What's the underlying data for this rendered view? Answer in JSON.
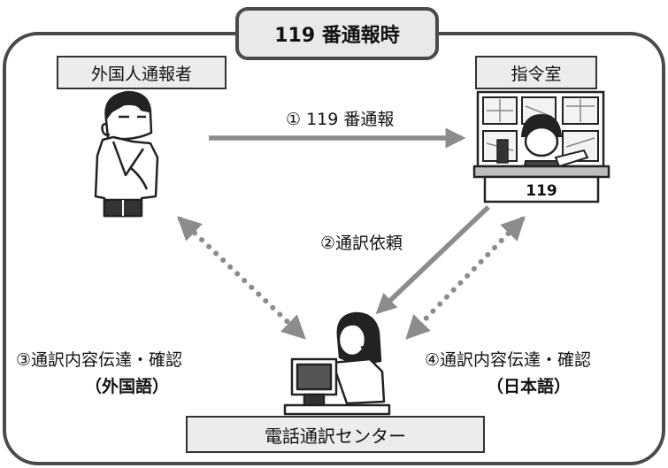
{
  "title": "119 番通報時",
  "nodes": {
    "caller": "外国人通報者",
    "command_room": "指令室",
    "interpretation_center": "電話通訳センター"
  },
  "arrows": {
    "step1": "① 119 番通報",
    "step2": "②通訳依頼"
  },
  "notes": {
    "step3_text": "③通訳内容伝達・確認",
    "step3_lang": "（外国語）",
    "step4_text": "④通訳内容伝達・確認",
    "step4_lang": "（日本語）"
  },
  "desk_sign": "119",
  "colors": {
    "frame": "#4a4a4a",
    "arrow": "#8c8c8c",
    "box_fill": "#ececec"
  }
}
